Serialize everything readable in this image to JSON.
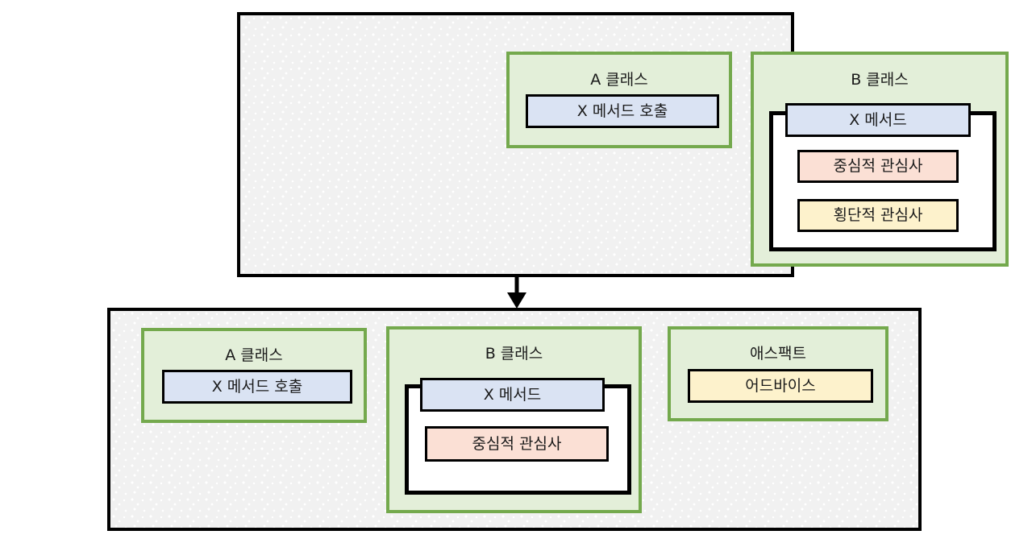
{
  "diagram": {
    "title_hidden": "AOP weaving before / after",
    "arrow": {
      "name": "down-arrow",
      "direction": "down"
    },
    "colors": {
      "panel_background": "#f1f1f1",
      "panel_border": "#000000",
      "class_border": "#74a94d",
      "class_fill": "#e3efd9",
      "method_fill": "#dae3f3",
      "core_concern_fill": "#fbe0d5",
      "cross_concern_fill": "#fdf2cc",
      "advice_fill": "#fdf2cc",
      "weave_fill": "#ffffff",
      "text": "#1a1a1a"
    },
    "panels": [
      {
        "id": "before",
        "classes": [
          {
            "id": "class-a",
            "title": "A 클래스",
            "members": [
              {
                "id": "method-call",
                "label": "X 메서드 호출",
                "kind": "method"
              }
            ]
          },
          {
            "id": "class-b",
            "title": "B 클래스",
            "members": [
              {
                "id": "method-x",
                "label": "X 메서드",
                "kind": "method"
              },
              {
                "id": "core-concern",
                "label": "중심적 관심사",
                "kind": "core"
              },
              {
                "id": "cross-concern",
                "label": "횡단적 관심사",
                "kind": "cross"
              }
            ]
          }
        ]
      },
      {
        "id": "after",
        "classes": [
          {
            "id": "class-a",
            "title": "A 클래스",
            "members": [
              {
                "id": "method-call",
                "label": "X 메서드 호출",
                "kind": "method"
              }
            ]
          },
          {
            "id": "class-b",
            "title": "B 클래스",
            "members": [
              {
                "id": "method-x",
                "label": "X 메서드",
                "kind": "method"
              },
              {
                "id": "core-concern",
                "label": "중심적 관심사",
                "kind": "core"
              }
            ]
          },
          {
            "id": "aspect",
            "title": "애스팩트",
            "members": [
              {
                "id": "advice",
                "label": "어드바이스",
                "kind": "advice"
              }
            ]
          }
        ]
      }
    ]
  }
}
